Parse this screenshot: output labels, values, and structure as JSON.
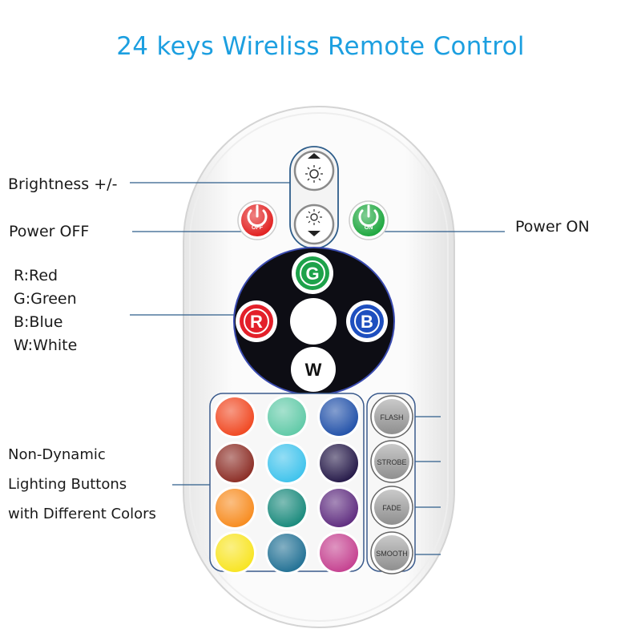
{
  "title": "24 keys Wireliss Remote Control",
  "labels": {
    "brightness": "Brightness +/-",
    "power_off": "Power OFF",
    "power_on": "Power ON",
    "rgbw": [
      "R:Red",
      "G:Green",
      "B:Blue",
      "W:White"
    ],
    "non_dynamic": [
      "Non-Dynamic",
      "Lighting Buttons",
      "with Different Colors"
    ]
  },
  "remote": {
    "power_off_text": "OFF",
    "power_on_text": "ON",
    "color_letters": {
      "red": "R",
      "green": "G",
      "blue": "B",
      "white": "W"
    },
    "modes": [
      "FLASH",
      "STROBE",
      "FADE",
      "SMOOTH"
    ],
    "color_grid": [
      [
        "#f0451e",
        "#5ec9a6",
        "#1f4fa8"
      ],
      [
        "#8a2a22",
        "#3cc2ec",
        "#221646"
      ],
      [
        "#f78a1c",
        "#16887a",
        "#5d2a7e"
      ],
      [
        "#f8e41f",
        "#1f6f93",
        "#c43e8e"
      ]
    ]
  },
  "colors": {
    "title": "#1c9fe0",
    "pointer": "#2e5d8a",
    "power_off": "#e11b1b",
    "power_on": "#18a53a",
    "ring_dark": "#0d0d14"
  }
}
